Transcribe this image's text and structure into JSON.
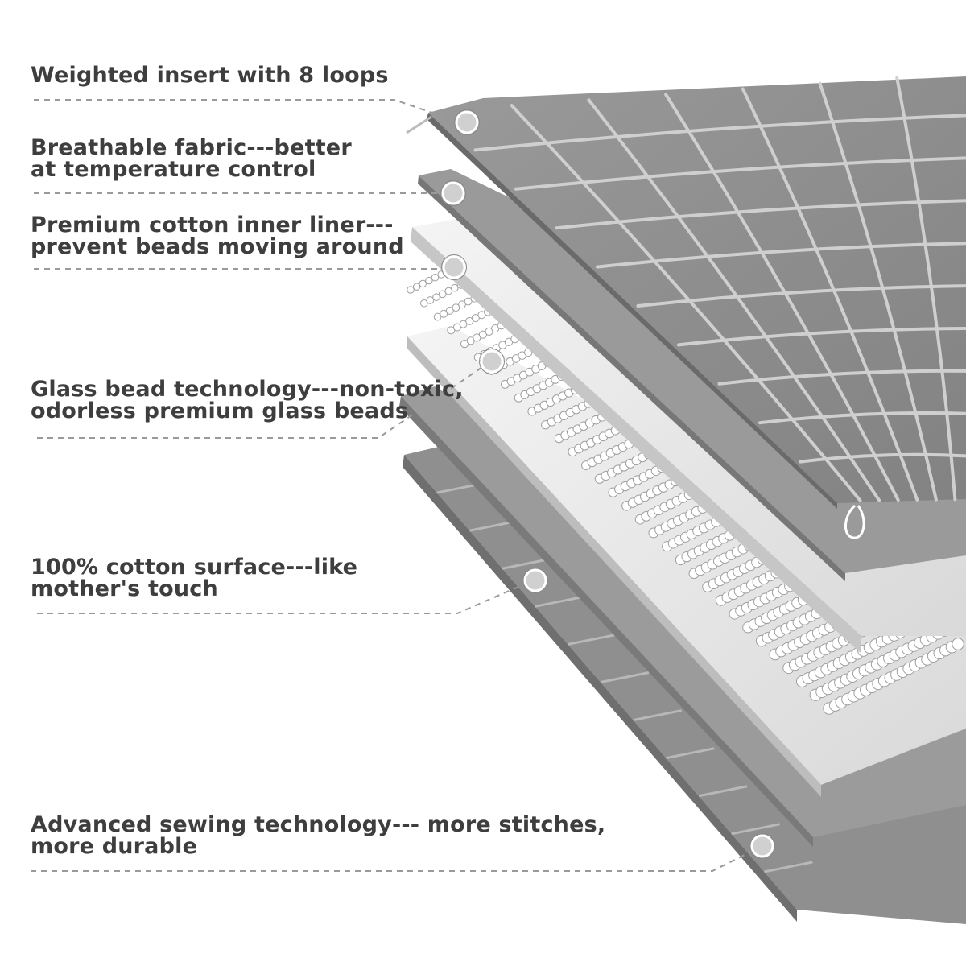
{
  "callouts": [
    {
      "id": "loops",
      "lines": [
        "Weighted insert with 8 loops"
      ]
    },
    {
      "id": "fabric",
      "lines": [
        "Breathable fabric---better",
        "at temperature control"
      ]
    },
    {
      "id": "liner",
      "lines": [
        "Premium cotton inner liner---",
        "prevent beads moving around"
      ]
    },
    {
      "id": "beads",
      "lines": [
        "Glass bead technology---non-toxic,",
        "odorless premium glass beads"
      ]
    },
    {
      "id": "surface",
      "lines": [
        "100% cotton surface---like",
        "mother's touch"
      ]
    },
    {
      "id": "sewing",
      "lines": [
        "Advanced sewing technology--- more stitches,",
        "more durable"
      ]
    }
  ],
  "colors": {
    "text": "#3e3e3e",
    "quilt": "#8d8d8d",
    "quilt_seam": "#c9c9c9",
    "fabric_layer": "#999999",
    "liner_layer": "#e6e6e6",
    "bead": "#ffffff",
    "leader_line": "#9a9a9a",
    "marker_fill": "#d0d0d0",
    "marker_ring": "#ffffff"
  }
}
